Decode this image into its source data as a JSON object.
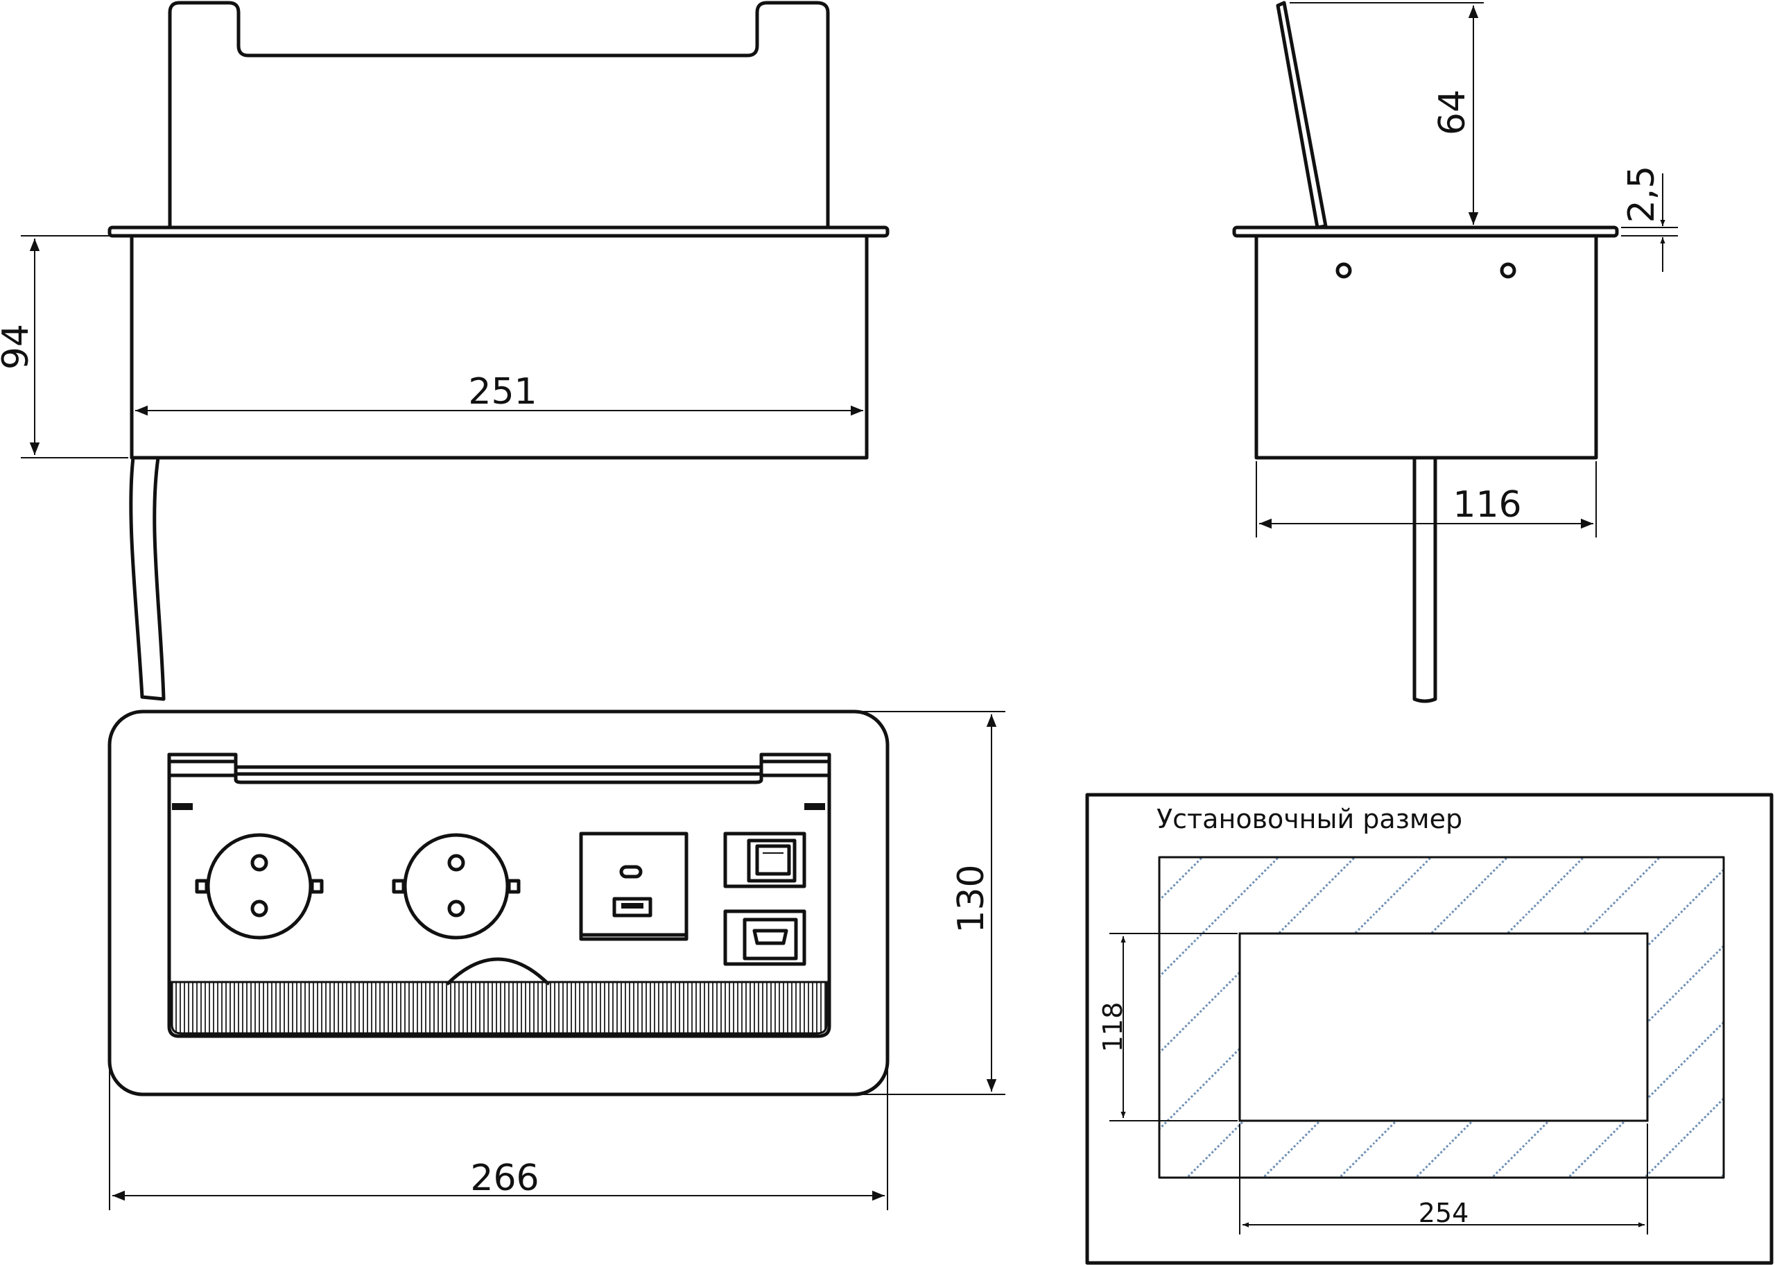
{
  "drawing": {
    "dimensions": {
      "front_height": "94",
      "front_width": "251",
      "side_lid_height": "64",
      "side_flange": "2,5",
      "side_width": "116",
      "top_depth": "130",
      "top_width": "266",
      "cutout_height": "118",
      "cutout_width": "254"
    },
    "cutout_caption": "Установочный размер",
    "colors": {
      "line": "#111111",
      "hatch": "#6e8fb5",
      "background": "#ffffff"
    }
  }
}
